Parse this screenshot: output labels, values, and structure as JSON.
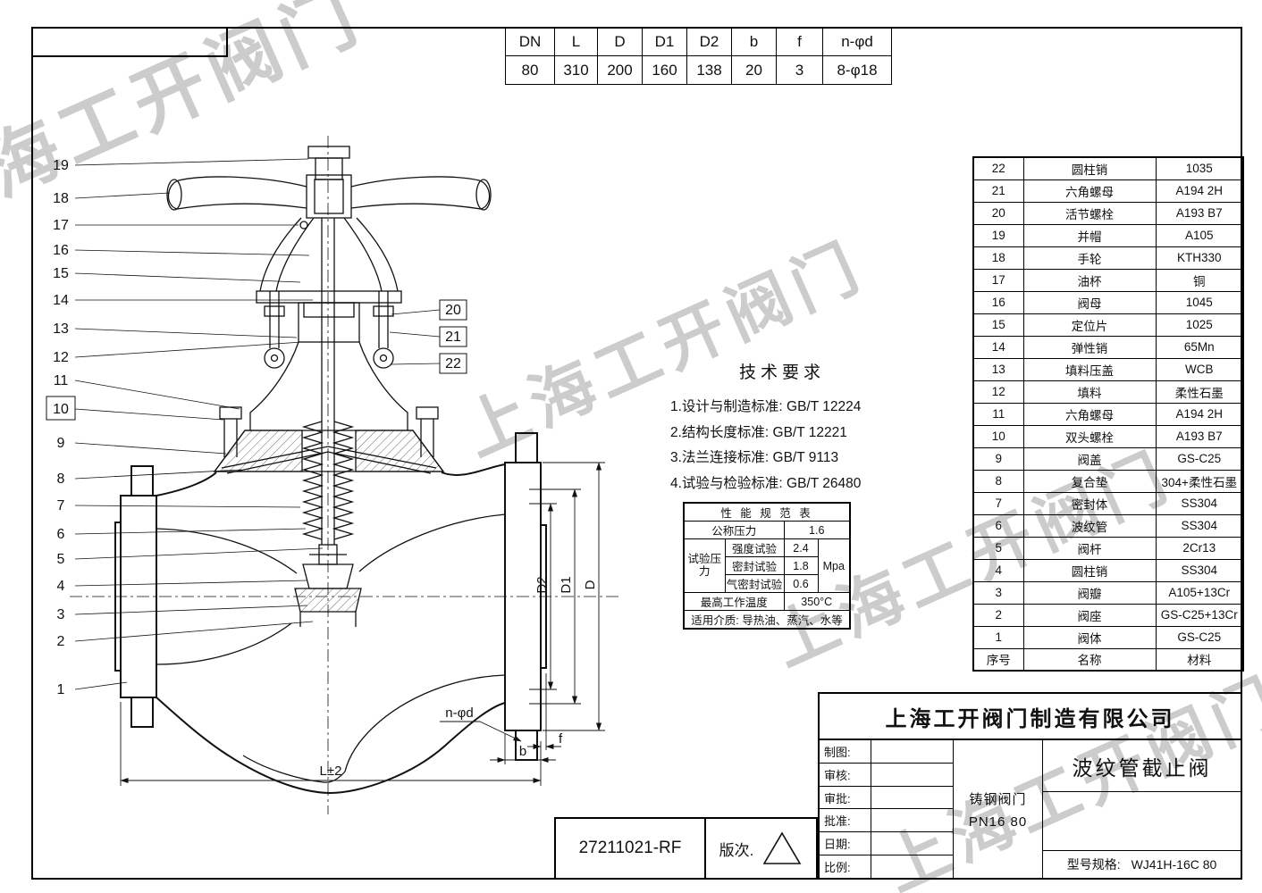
{
  "watermark": "上海工开阀门",
  "drawing_no": "27211021-RF",
  "revision_label": "版次.",
  "dim_table": {
    "headers": [
      "DN",
      "L",
      "D",
      "D1",
      "D2",
      "b",
      "f",
      "n-φd"
    ],
    "values": [
      "80",
      "310",
      "200",
      "160",
      "138",
      "20",
      "3",
      "8-φ18"
    ]
  },
  "parts_table": {
    "footer": [
      "序号",
      "名称",
      "材料"
    ],
    "rows": [
      {
        "no": "22",
        "name": "圆柱销",
        "material": "1035"
      },
      {
        "no": "21",
        "name": "六角螺母",
        "material": "A194 2H"
      },
      {
        "no": "20",
        "name": "活节螺栓",
        "material": "A193 B7"
      },
      {
        "no": "19",
        "name": "并帽",
        "material": "A105"
      },
      {
        "no": "18",
        "name": "手轮",
        "material": "KTH330"
      },
      {
        "no": "17",
        "name": "油杯",
        "material": "铜"
      },
      {
        "no": "16",
        "name": "阀母",
        "material": "1045"
      },
      {
        "no": "15",
        "name": "定位片",
        "material": "1025"
      },
      {
        "no": "14",
        "name": "弹性销",
        "material": "65Mn"
      },
      {
        "no": "13",
        "name": "填料压盖",
        "material": "WCB"
      },
      {
        "no": "12",
        "name": "填料",
        "material": "柔性石墨"
      },
      {
        "no": "11",
        "name": "六角螺母",
        "material": "A194 2H"
      },
      {
        "no": "10",
        "name": "双头螺栓",
        "material": "A193 B7"
      },
      {
        "no": "9",
        "name": "阀盖",
        "material": "GS-C25"
      },
      {
        "no": "8",
        "name": "复合垫",
        "material": "304+柔性石墨"
      },
      {
        "no": "7",
        "name": "密封体",
        "material": "SS304"
      },
      {
        "no": "6",
        "name": "波纹管",
        "material": "SS304"
      },
      {
        "no": "5",
        "name": "阀杆",
        "material": "2Cr13"
      },
      {
        "no": "4",
        "name": "圆柱销",
        "material": "SS304"
      },
      {
        "no": "3",
        "name": "阀瓣",
        "material": "A105+13Cr"
      },
      {
        "no": "2",
        "name": "阀座",
        "material": "GS-C25+13Cr"
      },
      {
        "no": "1",
        "name": "阀体",
        "material": "GS-C25"
      }
    ]
  },
  "tech_req": {
    "title": "技术要求",
    "items": [
      "1.设计与制造标准: GB/T 12224",
      "2.结构长度标准: GB/T 12221",
      "3.法兰连接标准: GB/T 9113",
      "4.试验与检验标准: GB/T 26480"
    ]
  },
  "spec_table": {
    "title": "性 能 规 范 表",
    "np_label": "公称压力",
    "np_value": "1.6",
    "tp_label": "试验压力",
    "rows": [
      {
        "label": "强度试验",
        "value": "2.4"
      },
      {
        "label": "密封试验",
        "value": "1.8"
      },
      {
        "label": "气密封试验",
        "value": "0.6"
      }
    ],
    "unit": "Mpa",
    "temp_label": "最高工作温度",
    "temp_value": "350°C",
    "media": "适用介质: 导热油、蒸汽、水等"
  },
  "title_block": {
    "company": "上海工开阀门制造有限公司",
    "product": "波纹管截止阀",
    "rows": [
      "制图:",
      "审核:",
      "审批:",
      "批准:",
      "日期:",
      "比例:"
    ],
    "category": "铸钢阀门",
    "pn": "PN16  80",
    "model_label": "型号规格:",
    "model": "WJ41H-16C  80"
  },
  "drawing": {
    "dims": {
      "d2": "D2",
      "d1": "D1",
      "d": "D",
      "l": "L±2",
      "b": "b",
      "f": "f",
      "nd": "n-φd"
    },
    "callouts_left": [
      "19",
      "18",
      "17",
      "16",
      "15",
      "14",
      "13",
      "12",
      "11",
      "10",
      "9",
      "8",
      "7",
      "6",
      "5",
      "4",
      "3",
      "2",
      "1"
    ],
    "callouts_boxed": [
      "20",
      "21",
      "22"
    ]
  }
}
